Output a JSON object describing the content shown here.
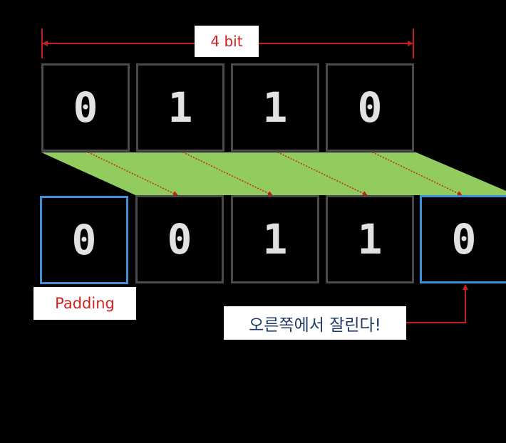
{
  "bit_label": "4 bit",
  "top_row": [
    "0",
    "1",
    "1",
    "0"
  ],
  "bottom_row": [
    "0",
    "0",
    "1",
    "1",
    "0"
  ],
  "padding_label": "Padding",
  "cut_label": "오른쪽에서 잘린다!",
  "colors": {
    "background": "#000000",
    "cell_border": "#4a4a4a",
    "highlight_border": "#3d8fd8",
    "shift_band": "#92cc5e",
    "arrow": "#c41e1e",
    "label_red": "#d22020",
    "label_navy": "#1f3a66"
  }
}
